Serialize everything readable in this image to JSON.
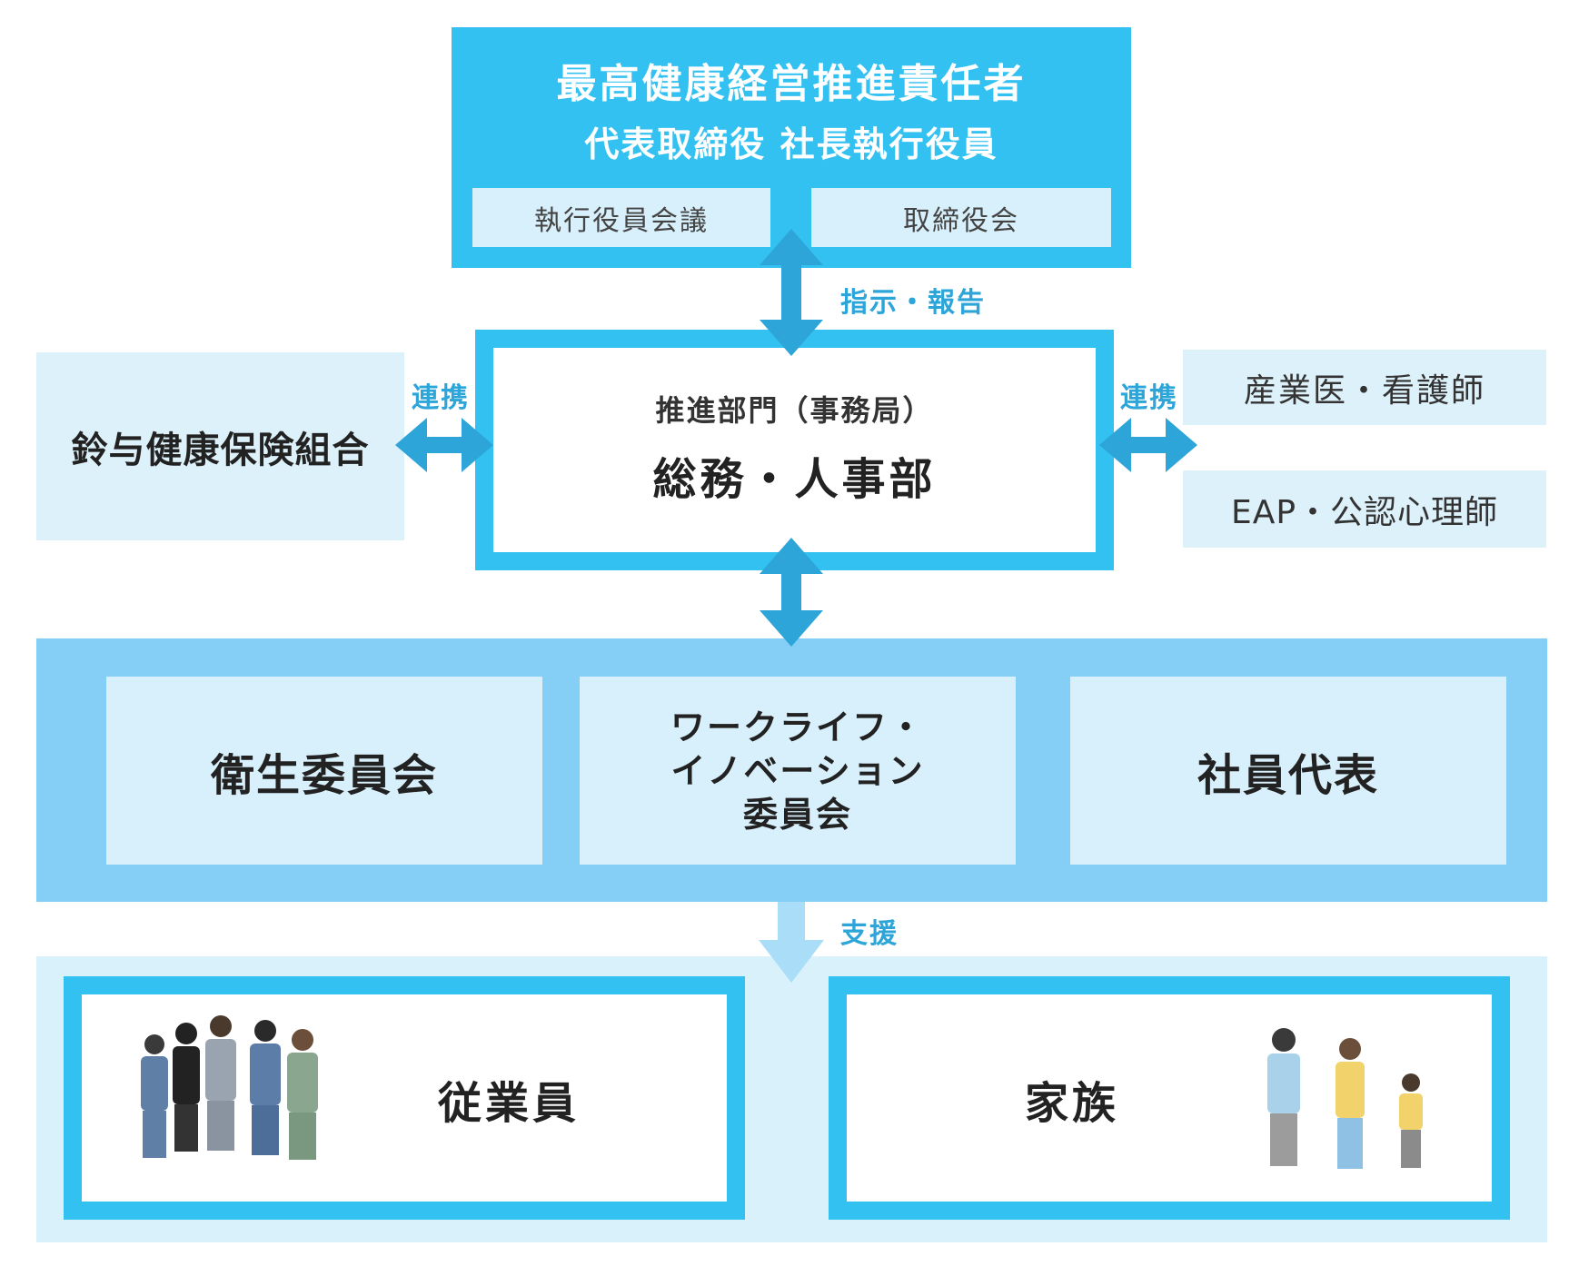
{
  "top": {
    "title": "最高健康経営推進責任者",
    "subtitle": "代表取締役 社長執行役員",
    "exec_meeting": "執行役員会議",
    "board": "取締役会"
  },
  "labels": {
    "instruct_report": "指示・報告",
    "link_left": "連携",
    "link_right": "連携",
    "support": "支援"
  },
  "center": {
    "sub": "推進部門（事務局）",
    "main": "総務・人事部"
  },
  "left": {
    "union": "鈴与健康保険組合"
  },
  "right": {
    "doctor": "産業医・看護師",
    "eap": "EAP・公認心理師"
  },
  "committees": {
    "health": "衛生委員会",
    "wli_line1": "ワークライフ・",
    "wli_line2": "イノベーション",
    "wli_line3": "委員会",
    "rep": "社員代表"
  },
  "bottom": {
    "employees": "従業員",
    "family": "家族"
  },
  "colors": {
    "primary_blue": "#33c1f1",
    "arrow_blue": "#2da5d8",
    "mid_blue": "#85cff7",
    "light_blue": "#d9f1fb"
  },
  "icons": {
    "employees_illustration": "group-of-employees-icon",
    "family_illustration": "family-group-icon"
  }
}
